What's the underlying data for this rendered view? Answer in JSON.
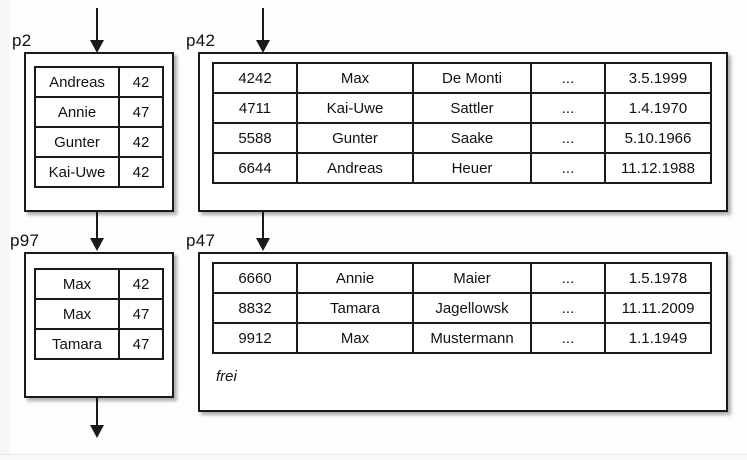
{
  "diagram": {
    "pages": {
      "p2": {
        "label": "p2",
        "rows": [
          [
            "Andreas",
            "42"
          ],
          [
            "Annie",
            "47"
          ],
          [
            "Gunter",
            "42"
          ],
          [
            "Kai-Uwe",
            "42"
          ]
        ]
      },
      "p42": {
        "label": "p42",
        "rows": [
          [
            "4242",
            "Max",
            "De Monti",
            "...",
            "3.5.1999"
          ],
          [
            "4711",
            "Kai-Uwe",
            "Sattler",
            "...",
            "1.4.1970"
          ],
          [
            "5588",
            "Gunter",
            "Saake",
            "...",
            "5.10.1966"
          ],
          [
            "6644",
            "Andreas",
            "Heuer",
            "...",
            "11.12.1988"
          ]
        ]
      },
      "p97": {
        "label": "p97",
        "rows": [
          [
            "Max",
            "42"
          ],
          [
            "Max",
            "47"
          ],
          [
            "Tamara",
            "47"
          ]
        ]
      },
      "p47": {
        "label": "p47",
        "rows": [
          [
            "6660",
            "Annie",
            "Maier",
            "...",
            "1.5.1978"
          ],
          [
            "8832",
            "Tamara",
            "Jagellowsk",
            "...",
            "11.11.2009"
          ],
          [
            "9912",
            "Max",
            "Mustermann",
            "...",
            "1.1.1949"
          ]
        ],
        "free_label": "frei"
      }
    },
    "colors": {
      "line": "#1a1a1a",
      "text": "#111111",
      "page_bg": "#ffffff",
      "canvas_bg": "#fdfdfd",
      "edge": "#f6f6f6"
    }
  }
}
